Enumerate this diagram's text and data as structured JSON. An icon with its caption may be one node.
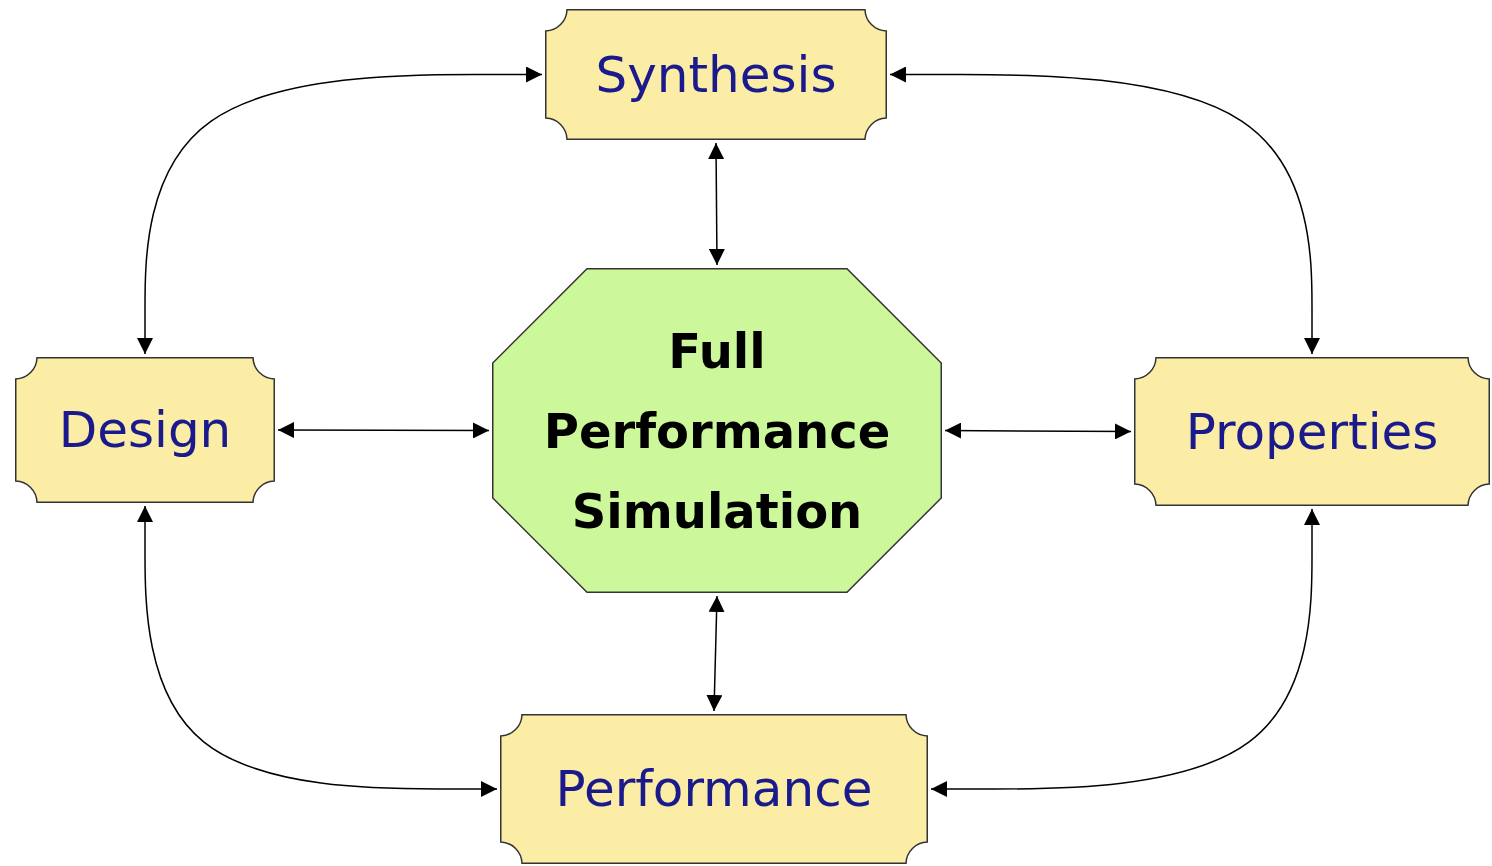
{
  "diagram": {
    "nodes": [
      {
        "text": [
          "Synthesis"
        ]
      },
      {
        "text": [
          "Design"
        ]
      },
      {
        "text": [
          "Full Performance Simulation"
        ]
      },
      {
        "text": [
          "Properties"
        ]
      },
      {
        "text": [
          "Performance"
        ]
      }
    ],
    "edges": [
      {
        "from": 0,
        "to": 1,
        "arrow": "both"
      },
      {
        "from": 0,
        "to": 3,
        "arrow": "both"
      },
      {
        "from": 0,
        "to": 2,
        "arrow": "both"
      },
      {
        "from": 1,
        "to": 2,
        "arrow": "both"
      },
      {
        "from": 2,
        "to": 3,
        "arrow": "both"
      },
      {
        "from": 2,
        "to": 4,
        "arrow": "both"
      },
      {
        "from": 1,
        "to": 4,
        "arrow": "both"
      },
      {
        "from": 3,
        "to": 4,
        "arrow": "both"
      }
    ]
  }
}
